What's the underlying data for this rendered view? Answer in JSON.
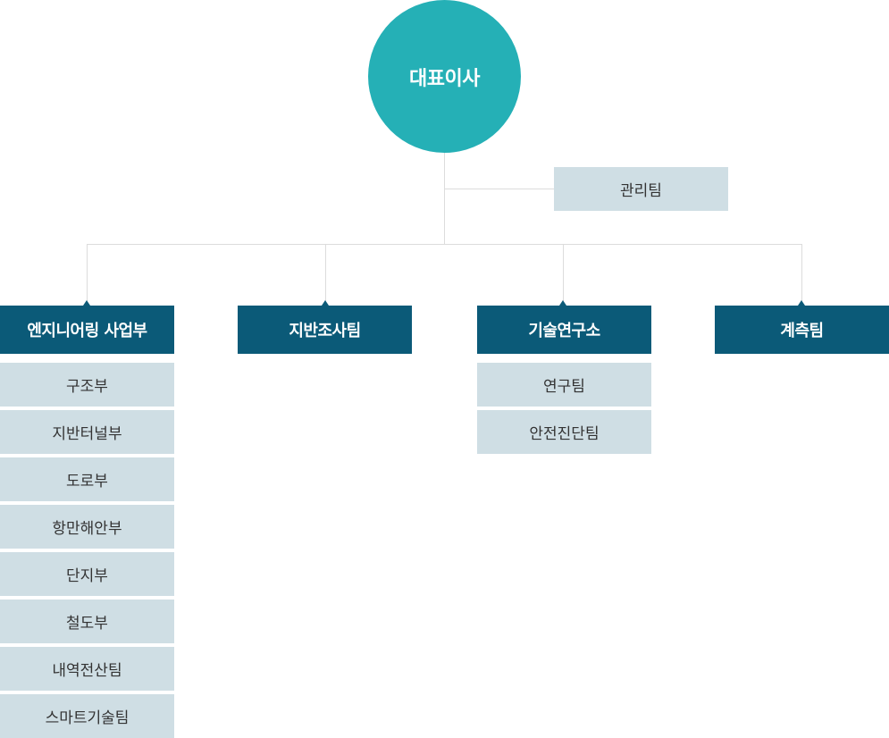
{
  "ceo": {
    "label": "대표이사"
  },
  "management": {
    "label": "관리팀"
  },
  "departments": [
    {
      "label": "엔지니어링 사업부",
      "teams": [
        "구조부",
        "지반터널부",
        "도로부",
        "항만해안부",
        "단지부",
        "철도부",
        "내역전산팀",
        "스마트기술팀"
      ]
    },
    {
      "label": "지반조사팀",
      "teams": []
    },
    {
      "label": "기술연구소",
      "teams": [
        "연구팀",
        "안전진단팀"
      ]
    },
    {
      "label": "계측팀",
      "teams": []
    }
  ],
  "colors": {
    "ceo": "#25b0b6",
    "department": "#0b5a78",
    "team": "#cfdee4",
    "line": "#dcdcdc"
  }
}
